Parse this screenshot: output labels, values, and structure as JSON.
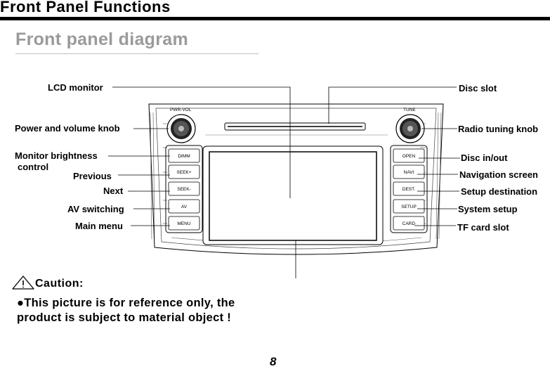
{
  "header": {
    "section_title": "Front Panel Functions",
    "diagram_title": "Front panel diagram"
  },
  "panel": {
    "left_knob_label": "PWR-VOL",
    "right_knob_label": "TUNE",
    "left_buttons": [
      "DIMM",
      "SEEK+",
      "SEEK-",
      "AV",
      "MENU"
    ],
    "right_buttons": [
      "OPEN",
      "NAVI",
      "DEST.",
      "SETUP",
      "CARD"
    ]
  },
  "callouts": {
    "lcd_monitor": "LCD monitor",
    "power_volume_knob": "Power and volume knob",
    "monitor_brightness_1": "Monitor brightness",
    "monitor_brightness_2": "control",
    "previous": "Previous",
    "next": "Next",
    "av_switching": "AV switching",
    "main_menu": "Main menu",
    "disc_slot": "Disc slot",
    "radio_tuning_knob": "Radio tuning knob",
    "disc_in_out": "Disc in/out",
    "navigation_screen": "Navigation screen",
    "setup_destination": "Setup destination",
    "system_setup": "System setup",
    "tf_card_slot": "TF card slot"
  },
  "caution": {
    "heading": "Caution:",
    "note": "●This picture is for reference only, the product is subject to material object !"
  },
  "footer": {
    "page_number": "8"
  }
}
